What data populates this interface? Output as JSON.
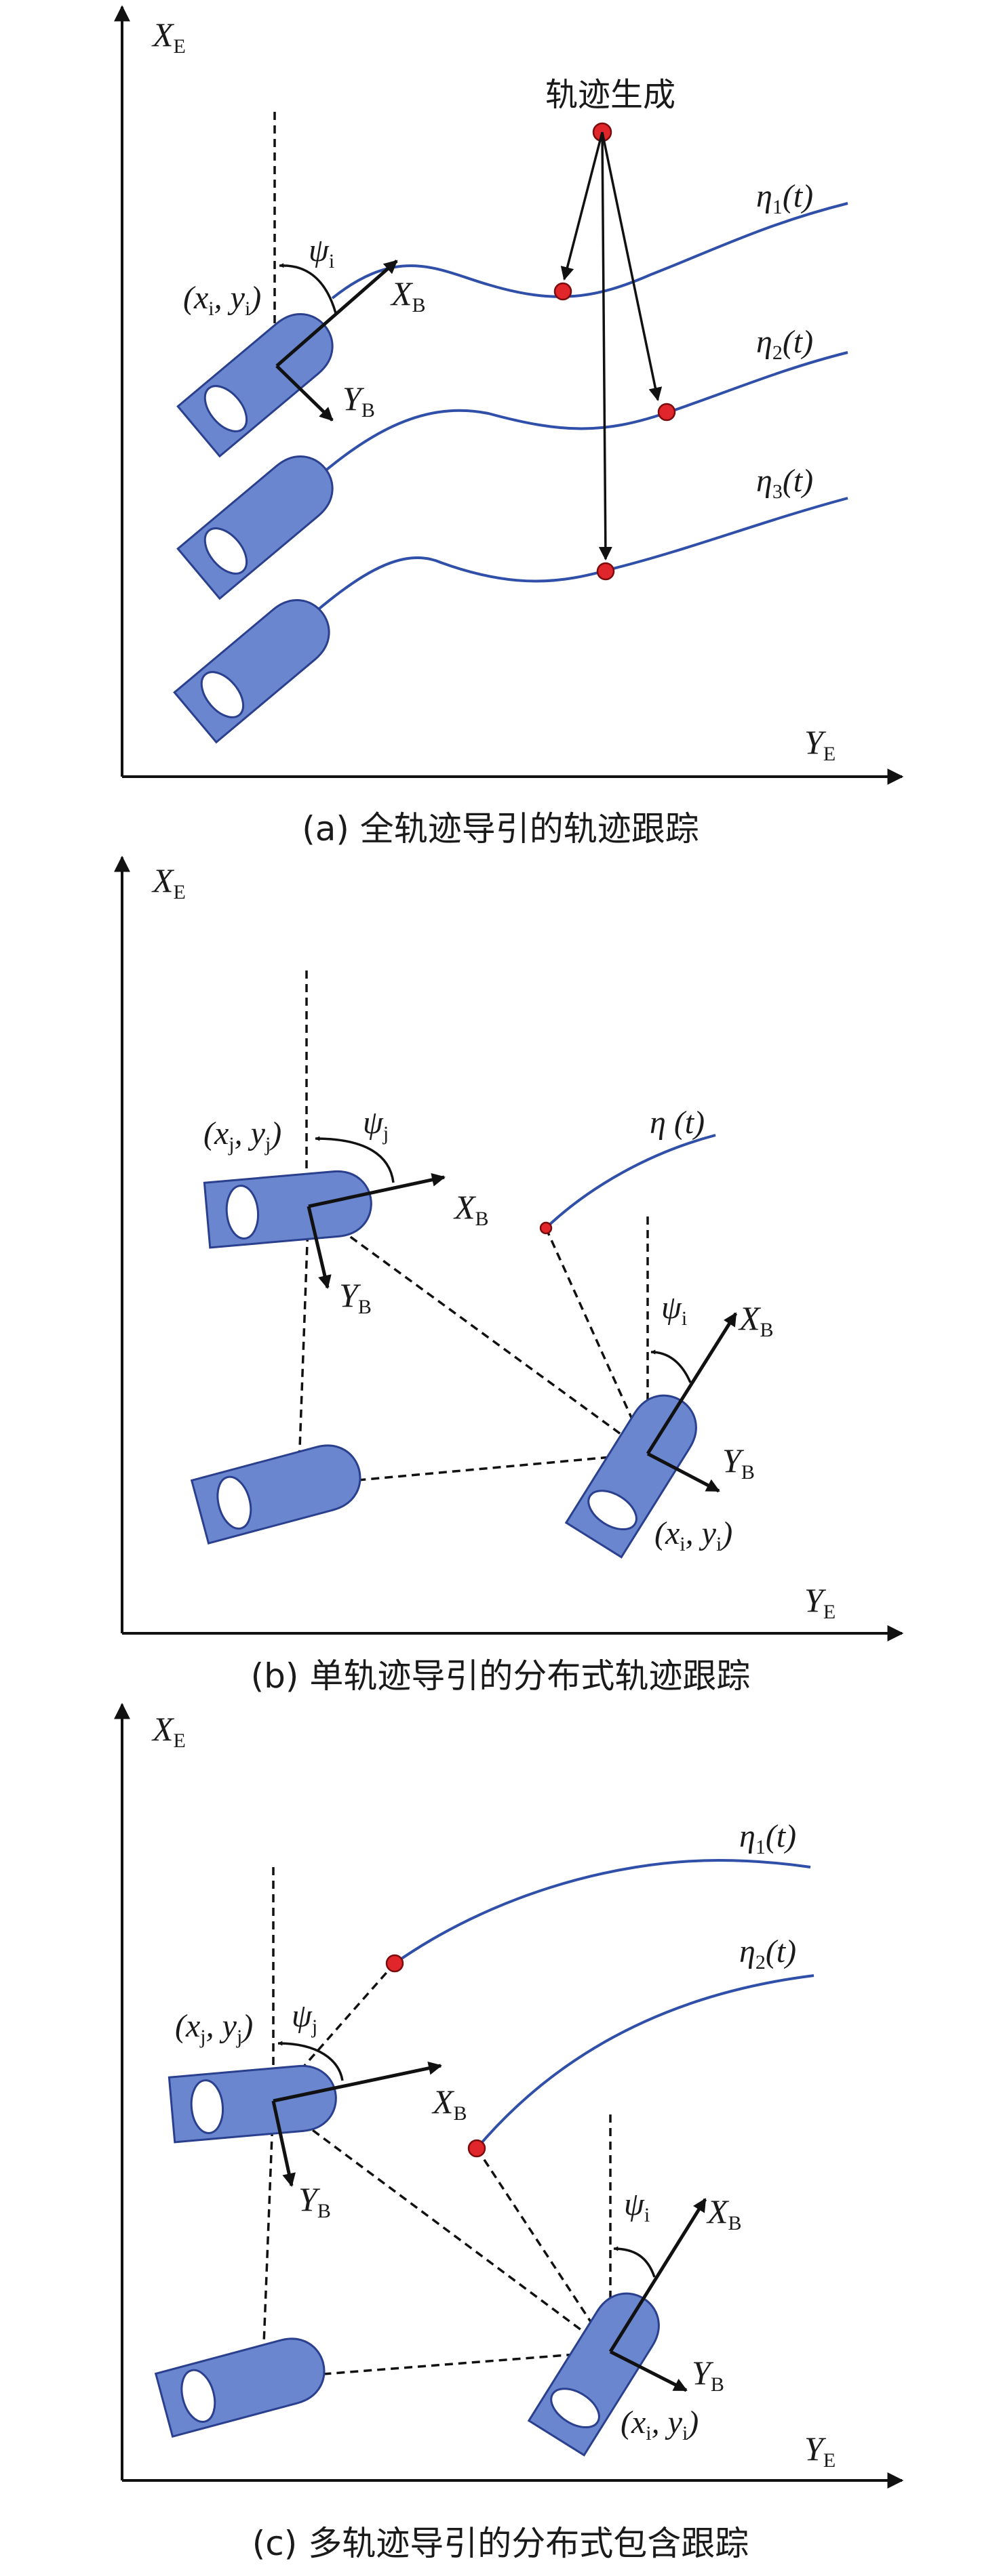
{
  "panels": [
    {
      "caption": "(a) 全轨迹导引的轨迹跟踪",
      "axis_x": {
        "base": "X",
        "sub": "E"
      },
      "axis_y": {
        "base": "Y",
        "sub": "E"
      },
      "callout": "轨迹生成",
      "trajectories": [
        {
          "base": "η",
          "sub": "1",
          "arg": "(t)"
        },
        {
          "base": "η",
          "sub": "2",
          "arg": "(t)"
        },
        {
          "base": "η",
          "sub": "3",
          "arg": "(t)"
        }
      ],
      "position": {
        "open": "(x",
        "sub1": "i",
        "mid": ", y",
        "sub2": "i",
        "close": ")"
      },
      "heading": {
        "base": "ψ",
        "sub": "i"
      },
      "body_x": {
        "base": "X",
        "sub": "B"
      },
      "body_y": {
        "base": "Y",
        "sub": "B"
      }
    },
    {
      "caption": "(b) 单轨迹导引的分布式轨迹跟踪",
      "axis_x": {
        "base": "X",
        "sub": "E"
      },
      "axis_y": {
        "base": "Y",
        "sub": "E"
      },
      "trajectory": {
        "base": "η",
        "arg": " (t)"
      },
      "pos_j": {
        "open": "(x",
        "sub1": "j",
        "mid": ", y",
        "sub2": "j",
        "close": ")"
      },
      "heading_j": {
        "base": "ψ",
        "sub": "j"
      },
      "pos_i": {
        "open": "(x",
        "sub1": "i",
        "mid": ", y",
        "sub2": "i",
        "close": ")"
      },
      "heading_i": {
        "base": "ψ",
        "sub": "i"
      },
      "body_x": {
        "base": "X",
        "sub": "B"
      },
      "body_y": {
        "base": "Y",
        "sub": "B"
      }
    },
    {
      "caption": "(c) 多轨迹导引的分布式包含跟踪",
      "axis_x": {
        "base": "X",
        "sub": "E"
      },
      "axis_y": {
        "base": "Y",
        "sub": "E"
      },
      "trajectories": [
        {
          "base": "η",
          "sub": "1",
          "arg": "(t)"
        },
        {
          "base": "η",
          "sub": "2",
          "arg": "(t)"
        }
      ],
      "pos_j": {
        "open": "(x",
        "sub1": "j",
        "mid": ", y",
        "sub2": "j",
        "close": ")"
      },
      "heading_j": {
        "base": "ψ",
        "sub": "j"
      },
      "pos_i": {
        "open": "(x",
        "sub1": "i",
        "mid": ", y",
        "sub2": "i",
        "close": ")"
      },
      "heading_i": {
        "base": "ψ",
        "sub": "i"
      },
      "body_x": {
        "base": "X",
        "sub": "B"
      },
      "body_y": {
        "base": "Y",
        "sub": "B"
      }
    }
  ],
  "colors": {
    "trajectory": "#2f4fa8",
    "vessel": "#6a86cf",
    "marker": "#e0262a"
  }
}
